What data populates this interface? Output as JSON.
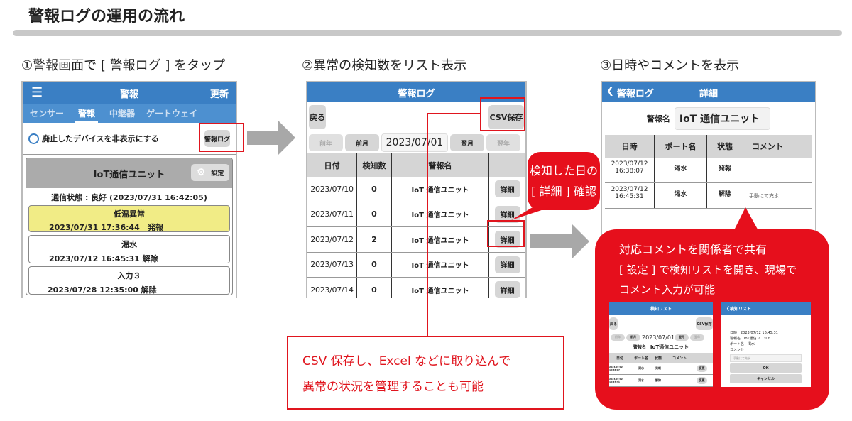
{
  "title": "警報ログの運用の流れ",
  "steps": [
    "①警報画面で [ 警報ログ ] をタップ",
    "②異常の検知数をリスト表示",
    "③日時やコメントを表示"
  ],
  "screen1": {
    "header": "警報",
    "refresh": "更新",
    "tabs": [
      "センサー",
      "警報",
      "中継器",
      "ゲートウェイ"
    ],
    "hide_label": "廃止したデバイスを非表示にする",
    "log_button": "警報ログ",
    "card_title": "IoT通信ユニット",
    "settings": "設定",
    "status": "通信状態 : 良好 (2023/07/31 16:42:05)",
    "alarms": [
      {
        "name": "低温異常",
        "time": "2023/07/31 17:36:44　発報"
      },
      {
        "name": "渇水",
        "time": "2023/07/12 16:45:31  解除"
      },
      {
        "name": "入力３",
        "time": "2023/07/28 12:35:00  解除"
      }
    ]
  },
  "screen2": {
    "header": "警報ログ",
    "back": "戻る",
    "csv": "CSV保存",
    "prev_year": "前年",
    "prev_month": "前月",
    "date": "2023/07/01",
    "next_month": "翌月",
    "next_year": "翌年",
    "columns": [
      "日付",
      "検知数",
      "警報名"
    ],
    "detail": "詳細",
    "rows": [
      [
        "2023/07/10",
        "0",
        "IoT 通信ユニット"
      ],
      [
        "2023/07/11",
        "0",
        "IoT 通信ユニット"
      ],
      [
        "2023/07/12",
        "2",
        "IoT 通信ユニット"
      ],
      [
        "2023/07/13",
        "0",
        "IoT 通信ユニット"
      ],
      [
        "2023/07/14",
        "0",
        "IoT 通信ユニット"
      ]
    ]
  },
  "callout1": [
    "検知した日の",
    "[ 詳細 ] 確認"
  ],
  "csv_note": [
    "CSV 保存し、Excel などに取り込んで",
    "異常の状況を管理することも可能"
  ],
  "screen3": {
    "back": "警報ログ",
    "header": "詳細",
    "name_label": "警報名",
    "name_value": "IoT 通信ユニット",
    "columns": [
      "日時",
      "ポート名",
      "状態",
      "コメント"
    ],
    "rows": [
      [
        "2023/07/12",
        "16:38:07",
        "渇水",
        "発報",
        ""
      ],
      [
        "2023/07/12",
        "16:45:31",
        "渇水",
        "解除",
        "手動にて充水"
      ]
    ]
  },
  "callout2": [
    "対応コメントを関係者で共有",
    "[ 設定 ] で検知リストを開き、現場で",
    "コメント入力が可能"
  ],
  "mini1": {
    "header": "検知リスト",
    "back": "戻る",
    "csv": "CSV保存",
    "prev_year": "前年",
    "prev_month": "前月",
    "date": "2023/07/01",
    "next_month": "翌月",
    "next_year": "翌年",
    "name_label": "警報名",
    "name_value": "IoT通信ユニット",
    "columns": [
      "日付",
      "ポート名",
      "状態",
      "コメント"
    ],
    "rows": [
      [
        "2023/07/12 16:38:07",
        "渇水",
        "発報"
      ],
      [
        "2023/07/12 16:45:31",
        "渇水",
        "解除"
      ]
    ],
    "edit": "変更"
  },
  "mini2": {
    "back": "検知リスト",
    "lines": [
      "日時　2023/07/12 16:45:31",
      "警報名　IoT通信ユニット",
      "ポート名　渇水",
      "コメント"
    ],
    "comment": "手動にて充水",
    "ok": "OK",
    "cancel": "キャンセル"
  },
  "colors": {
    "accent": "#3a7fc4",
    "red": "#e60f1c"
  }
}
